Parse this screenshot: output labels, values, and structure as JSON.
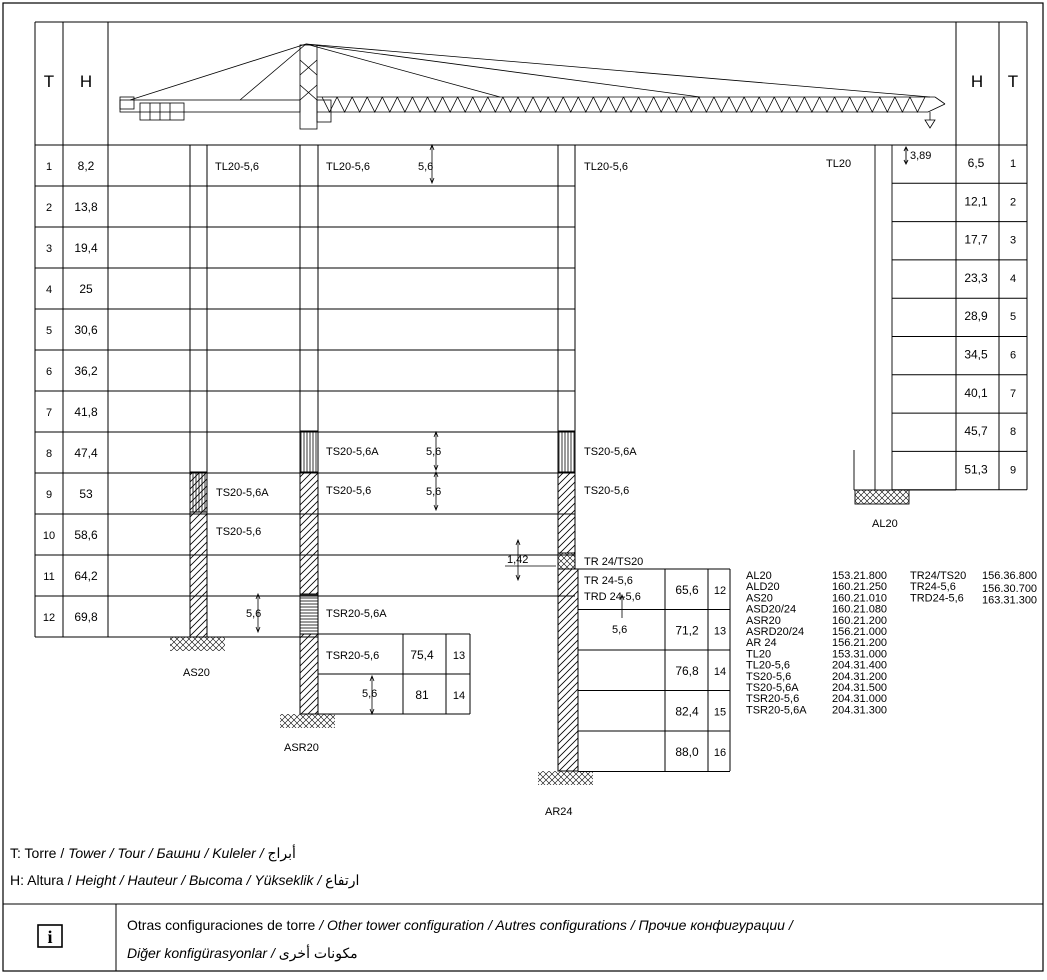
{
  "header": {
    "t_left": "T",
    "h_left": "H",
    "h_right": "H",
    "t_right": "T"
  },
  "left_rows": [
    {
      "t": "1",
      "h": "8,2"
    },
    {
      "t": "2",
      "h": "13,8"
    },
    {
      "t": "3",
      "h": "19,4"
    },
    {
      "t": "4",
      "h": "25"
    },
    {
      "t": "5",
      "h": "30,6"
    },
    {
      "t": "6",
      "h": "36,2"
    },
    {
      "t": "7",
      "h": "41,8"
    },
    {
      "t": "8",
      "h": "47,4"
    },
    {
      "t": "9",
      "h": "53"
    },
    {
      "t": "10",
      "h": "58,6"
    },
    {
      "t": "11",
      "h": "64,2"
    },
    {
      "t": "12",
      "h": "69,8"
    }
  ],
  "right_rows": [
    {
      "h": "6,5",
      "t": "1"
    },
    {
      "h": "12,1",
      "t": "2"
    },
    {
      "h": "17,7",
      "t": "3"
    },
    {
      "h": "23,3",
      "t": "4"
    },
    {
      "h": "28,9",
      "t": "5"
    },
    {
      "h": "34,5",
      "t": "6"
    },
    {
      "h": "40,1",
      "t": "7"
    },
    {
      "h": "45,7",
      "t": "8"
    },
    {
      "h": "51,3",
      "t": "9"
    }
  ],
  "asr_extra_rows": [
    {
      "h": "75,4",
      "t": "13"
    },
    {
      "h": "81",
      "t": "14"
    }
  ],
  "ar_extra_rows": [
    {
      "h": "65,6",
      "t": "12"
    },
    {
      "h": "71,2",
      "t": "13"
    },
    {
      "h": "76,8",
      "t": "14"
    },
    {
      "h": "82,4",
      "t": "15"
    },
    {
      "h": "88,0",
      "t": "16"
    }
  ],
  "labels": {
    "tl20_56_a": "TL20-5,6",
    "tl20_56_b": "TL20-5,6",
    "tl20_56_c": "TL20-5,6",
    "tl20": "TL20",
    "dim_389": "3,89",
    "dim_56_top": "5,6",
    "dim_56_row8": "5,6",
    "dim_56_row9": "5,6",
    "dim_56_as": "5,6",
    "dim_56_asr": "5,6",
    "dim_56_ar": "5,6",
    "dim_142": "1,42",
    "ts20_56a_1": "TS20-5,6A",
    "ts20_56a_2": "TS20-5,6A",
    "ts20_56a_3": "TS20-5,6A",
    "ts20_56_1": "TS20-5,6",
    "ts20_56_2": "TS20-5,6",
    "ts20_56_3": "TS20-5,6",
    "tr24_ts20": "TR 24/TS20",
    "tr24_56": "TR 24-5,6",
    "trd24_56": "TRD 24-5,6",
    "tsr20_56a": "TSR20-5,6A",
    "tsr20_56": "TSR20-5,6",
    "base_as20": "AS20",
    "base_asr20": "ASR20",
    "base_ar24": "AR24",
    "base_al20": "AL20"
  },
  "codes": [
    {
      "name": "AL20",
      "code": "153.21.800"
    },
    {
      "name": "ALD20",
      "code": "160.21.250"
    },
    {
      "name": "AS20",
      "code": "160.21.010"
    },
    {
      "name": "ASD20/24",
      "code": "160.21.080"
    },
    {
      "name": "ASR20",
      "code": "160.21.200"
    },
    {
      "name": "ASRD20/24",
      "code": "156.21.000"
    },
    {
      "name": "AR 24",
      "code": "156.21.200"
    },
    {
      "name": "TL20",
      "code": "153.31.000"
    },
    {
      "name": "TL20-5,6",
      "code": "204.31.400"
    },
    {
      "name": "TS20-5,6",
      "code": "204.31.200"
    },
    {
      "name": "TS20-5,6A",
      "code": "204.31.500"
    },
    {
      "name": "TSR20-5,6",
      "code": "204.31.000"
    },
    {
      "name": "TSR20-5,6A",
      "code": "204.31.300"
    }
  ],
  "codes2": [
    {
      "name": "TR24/TS20",
      "code": "156.36.800"
    },
    {
      "name": "TR24-5,6",
      "code": "156.30.700"
    },
    {
      "name": "TRD24-5,6",
      "code": "163.31.300"
    }
  ],
  "legend": {
    "t_prefix": "T: Torre / ",
    "t_italic": "Tower / Tour / Башни / Kuleler / ",
    "t_arabic": "أبراج",
    "h_prefix": "H: Altura / ",
    "h_italic": "Height / Hauteur / Высота / Yükseklik / ",
    "h_arabic": "ارتفاع"
  },
  "note": {
    "icon": "i",
    "line1_plain": "Otras configuraciones de torre ",
    "line1_italic": "/ Other tower configuration / Autres configurations / Прочие конфигурации /",
    "line2_italic": "Diğer konfigürasyonlar / ",
    "line2_arabic": "مكونات أخرى"
  }
}
